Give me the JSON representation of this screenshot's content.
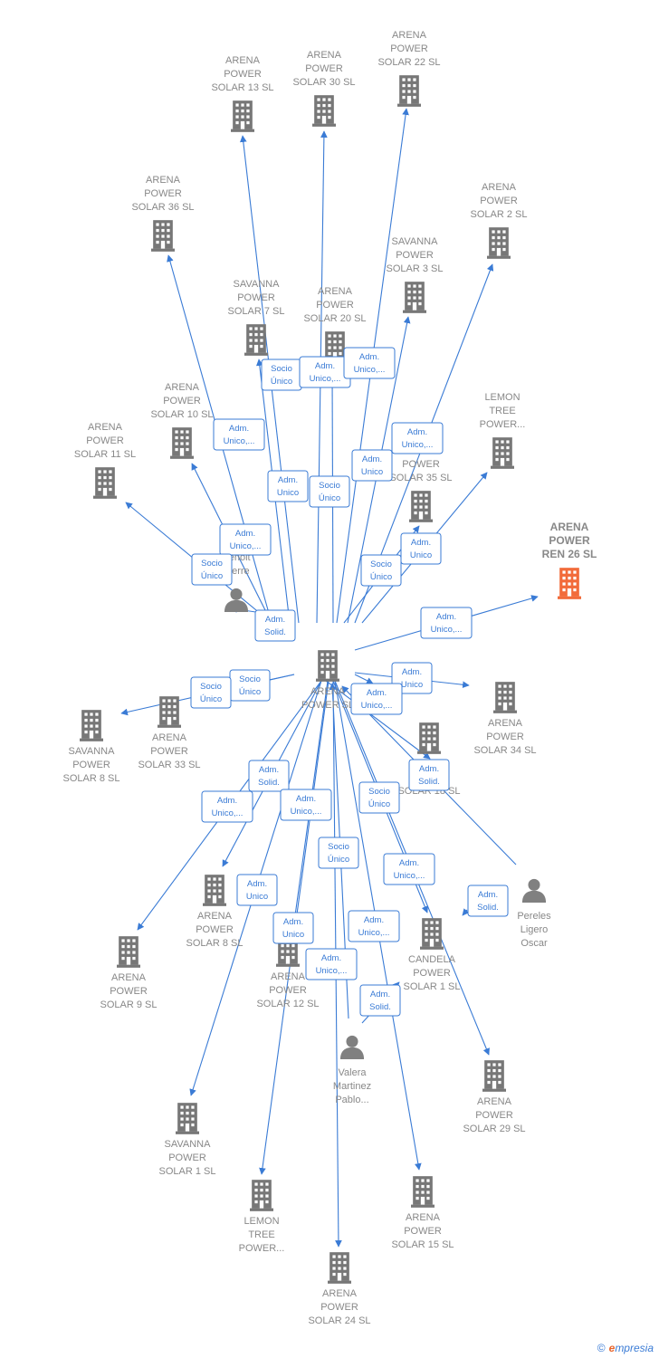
{
  "colors": {
    "edge": "#3a7bd5",
    "building": "#777777",
    "highlight": "#f26b3a",
    "person": "#808080"
  },
  "nodes": [
    {
      "id": "center",
      "type": "company",
      "label": [
        "ARENA",
        "POWER SL"
      ]
    },
    {
      "id": "n13",
      "type": "company",
      "label": [
        "ARENA",
        "POWER",
        "SOLAR 13 SL"
      ]
    },
    {
      "id": "n30",
      "type": "company",
      "label": [
        "ARENA",
        "POWER",
        "SOLAR 30 SL"
      ]
    },
    {
      "id": "n22",
      "type": "company",
      "label": [
        "ARENA",
        "POWER",
        "SOLAR 22 SL"
      ]
    },
    {
      "id": "n36",
      "type": "company",
      "label": [
        "ARENA",
        "POWER",
        "SOLAR 36 SL"
      ]
    },
    {
      "id": "n2",
      "type": "company",
      "label": [
        "ARENA",
        "POWER",
        "SOLAR 2 SL"
      ]
    },
    {
      "id": "sv3",
      "type": "company",
      "label": [
        "SAVANNA",
        "POWER",
        "SOLAR 3 SL"
      ]
    },
    {
      "id": "sv7",
      "type": "company",
      "label": [
        "SAVANNA",
        "POWER",
        "SOLAR 7 SL"
      ]
    },
    {
      "id": "n20",
      "type": "company",
      "label": [
        "ARENA",
        "POWER",
        "SOLAR 20 SL"
      ]
    },
    {
      "id": "lt1",
      "type": "company",
      "label": [
        "LEMON",
        "TREE",
        "POWER..."
      ]
    },
    {
      "id": "n10",
      "type": "company",
      "label": [
        "ARENA",
        "POWER",
        "SOLAR 10 SL"
      ]
    },
    {
      "id": "n11",
      "type": "company",
      "label": [
        "ARENA",
        "POWER",
        "SOLAR 11 SL"
      ]
    },
    {
      "id": "n35",
      "type": "company",
      "label": [
        "ARENA",
        "POWER",
        "SOLAR 35 SL"
      ]
    },
    {
      "id": "ren26",
      "type": "company",
      "highlight": true,
      "label": [
        "ARENA",
        "POWER",
        "REN 26 SL"
      ]
    },
    {
      "id": "pbr",
      "type": "person",
      "label": [
        "R...",
        "Benoit",
        "Pierre"
      ]
    },
    {
      "id": "n34",
      "type": "company",
      "label": [
        "ARENA",
        "POWER",
        "SOLAR 34 SL"
      ]
    },
    {
      "id": "n33",
      "type": "company",
      "label": [
        "ARENA",
        "POWER",
        "SOLAR 33 SL"
      ]
    },
    {
      "id": "sv8",
      "type": "company",
      "label": [
        "SAVANNA",
        "POWER",
        "SOLAR 8 SL"
      ]
    },
    {
      "id": "n18",
      "type": "company",
      "label": [
        "ARENA",
        "POWER",
        "SOLAR 18 SL"
      ]
    },
    {
      "id": "n8",
      "type": "company",
      "label": [
        "ARENA",
        "POWER",
        "SOLAR 8 SL"
      ]
    },
    {
      "id": "n9",
      "type": "company",
      "label": [
        "ARENA",
        "POWER",
        "SOLAR 9 SL"
      ]
    },
    {
      "id": "n12",
      "type": "company",
      "label": [
        "ARENA",
        "POWER",
        "SOLAR 12 SL"
      ]
    },
    {
      "id": "cand1",
      "type": "company",
      "label": [
        "CANDELA",
        "POWER",
        "SOLAR 1 SL"
      ]
    },
    {
      "id": "plo",
      "type": "person",
      "label": [
        "Pereles",
        "Ligero",
        "Oscar"
      ]
    },
    {
      "id": "vmp",
      "type": "person",
      "label": [
        "Valera",
        "Martinez",
        "Pablo..."
      ]
    },
    {
      "id": "n29",
      "type": "company",
      "label": [
        "ARENA",
        "POWER",
        "SOLAR 29 SL"
      ]
    },
    {
      "id": "sv1",
      "type": "company",
      "label": [
        "SAVANNA",
        "POWER",
        "SOLAR 1 SL"
      ]
    },
    {
      "id": "lt2",
      "type": "company",
      "label": [
        "LEMON",
        "TREE",
        "POWER..."
      ]
    },
    {
      "id": "n15",
      "type": "company",
      "label": [
        "ARENA",
        "POWER",
        "SOLAR 15 SL"
      ]
    },
    {
      "id": "n24",
      "type": "company",
      "label": [
        "ARENA",
        "POWER",
        "SOLAR 24 SL"
      ]
    }
  ],
  "relations": [
    {
      "id": "r1",
      "label": [
        "Socio",
        "Único"
      ]
    },
    {
      "id": "r2",
      "label": [
        "Adm.",
        "Unico,..."
      ]
    },
    {
      "id": "r3",
      "label": [
        "Adm.",
        "Unico,..."
      ]
    },
    {
      "id": "r4",
      "label": [
        "Adm.",
        "Unico,..."
      ]
    },
    {
      "id": "r5",
      "label": [
        "Adm.",
        "Unico,..."
      ]
    },
    {
      "id": "r6",
      "label": [
        "Adm.",
        "Unico"
      ]
    },
    {
      "id": "r7",
      "label": [
        "Socio",
        "Único"
      ]
    },
    {
      "id": "r8",
      "label": [
        "Adm.",
        "Unico"
      ]
    },
    {
      "id": "r9",
      "label": [
        "Adm.",
        "Unico,..."
      ]
    },
    {
      "id": "r10",
      "label": [
        "Socio",
        "Único"
      ]
    },
    {
      "id": "r11",
      "label": [
        "Socio",
        "Único"
      ]
    },
    {
      "id": "r12",
      "label": [
        "Adm.",
        "Unico"
      ]
    },
    {
      "id": "r13",
      "label": [
        "Adm.",
        "Solid."
      ]
    },
    {
      "id": "r14",
      "label": [
        "Adm.",
        "Unico,..."
      ]
    },
    {
      "id": "r15",
      "label": [
        "Adm.",
        "Unico"
      ]
    },
    {
      "id": "r16",
      "label": [
        "Socio",
        "Único"
      ]
    },
    {
      "id": "r17",
      "label": [
        "Socio",
        "Único"
      ]
    },
    {
      "id": "r18",
      "label": [
        "Adm.",
        "Unico,..."
      ]
    },
    {
      "id": "r19",
      "label": [
        "Adm.",
        "Solid."
      ]
    },
    {
      "id": "r20",
      "label": [
        "Adm.",
        "Unico,..."
      ]
    },
    {
      "id": "r21",
      "label": [
        "Adm.",
        "Unico,..."
      ]
    },
    {
      "id": "r22",
      "label": [
        "Socio",
        "Único"
      ]
    },
    {
      "id": "r23",
      "label": [
        "Socio",
        "Único"
      ]
    },
    {
      "id": "r24",
      "label": [
        "Adm.",
        "Solid."
      ]
    },
    {
      "id": "r25",
      "label": [
        "Adm.",
        "Unico,..."
      ]
    },
    {
      "id": "r26",
      "label": [
        "Adm.",
        "Solid."
      ]
    },
    {
      "id": "r27",
      "label": [
        "Adm.",
        "Unico"
      ]
    },
    {
      "id": "r28",
      "label": [
        "Adm.",
        "Unico"
      ]
    },
    {
      "id": "r29",
      "label": [
        "Adm.",
        "Unico,..."
      ]
    },
    {
      "id": "r30",
      "label": [
        "Adm.",
        "Unico,..."
      ]
    },
    {
      "id": "r31",
      "label": [
        "Adm.",
        "Solid."
      ]
    }
  ],
  "footer": {
    "copyright": "©",
    "brand_first": "e",
    "brand_rest": "mpresia"
  }
}
